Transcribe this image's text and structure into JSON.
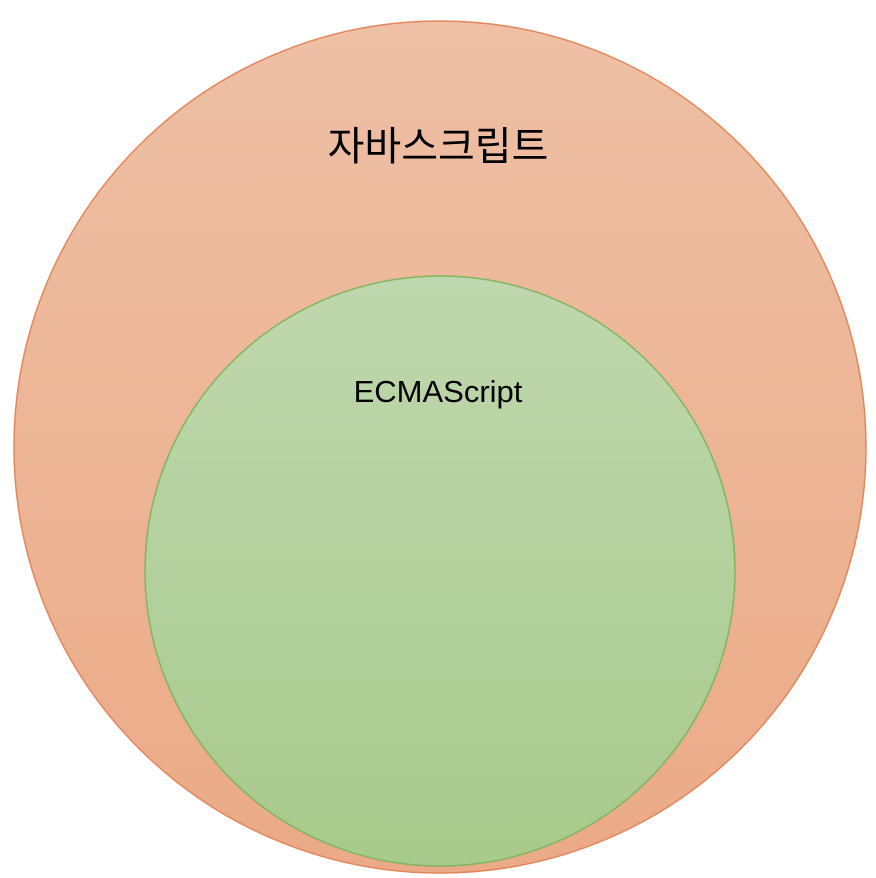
{
  "diagram": {
    "type": "nested-circles",
    "outer": {
      "label": "자바스크립트",
      "fill_top": "#EEC0A5",
      "fill_bottom": "#EBAA87",
      "stroke": "#E3865A"
    },
    "inner": {
      "label": "ECMAScript",
      "fill_top": "#BFD7AE",
      "fill_bottom": "#A8CA8C",
      "stroke": "#7FB65C"
    }
  }
}
